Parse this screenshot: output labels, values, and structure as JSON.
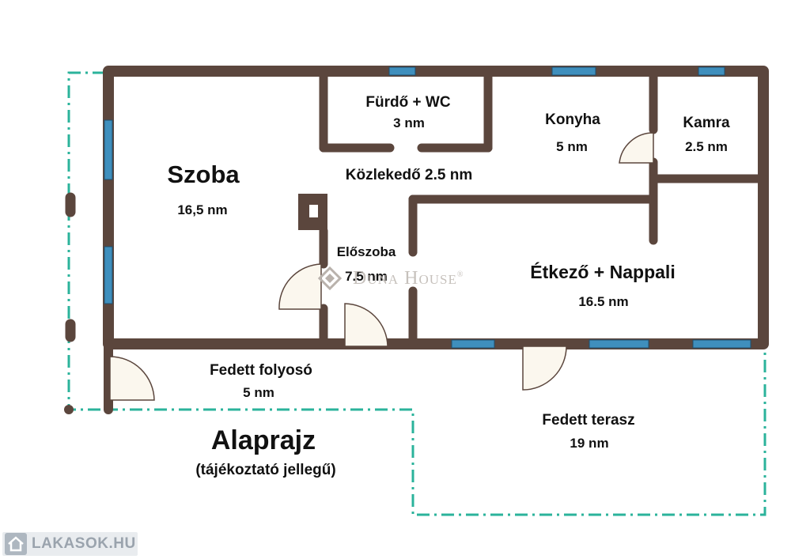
{
  "colors": {
    "wall": "#5b463d",
    "window": "#3f8fbd",
    "boundary": "#2bb39b",
    "door_fill": "#fbf7ee",
    "watermark": "#b9b2ac"
  },
  "rooms": {
    "furdo": {
      "name": "Fürdő + WC",
      "area": "3 nm"
    },
    "konyha": {
      "name": "Konyha",
      "area": "5 nm"
    },
    "kamra": {
      "name": "Kamra",
      "area": "2.5 nm"
    },
    "szoba": {
      "name": "Szoba",
      "area": "16,5 nm"
    },
    "kozlekedo": {
      "name": "Közlekedő 2.5 nm"
    },
    "eloszoba": {
      "name": "Előszoba",
      "area": "7.5 nm"
    },
    "etkezo": {
      "name": "Étkező + Nappali",
      "area": "16.5 nm"
    },
    "folyoso": {
      "name": "Fedett folyosó",
      "area": "5 nm"
    },
    "terasz": {
      "name": "Fedett terasz",
      "area": "19 nm"
    }
  },
  "title": "Alaprajz",
  "subtitle": "(tájékoztató jellegű)",
  "watermark": "Duna House",
  "watermark_mark": "®",
  "badge": {
    "text": "LAKASOK.HU",
    "icon": "house-icon"
  }
}
